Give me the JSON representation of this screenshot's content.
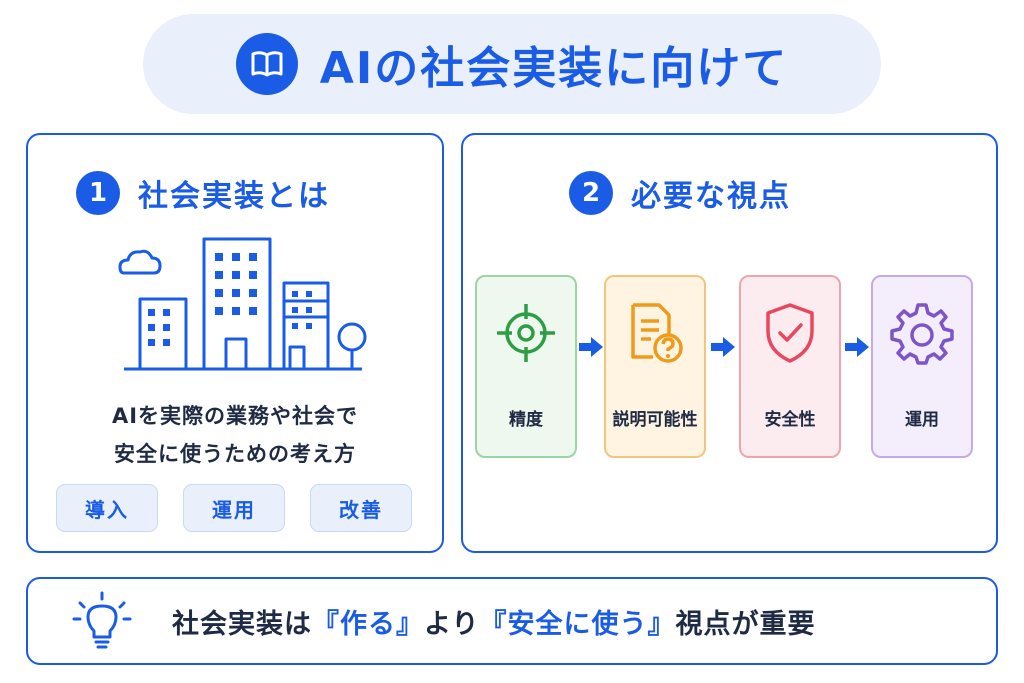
{
  "title": {
    "text": "AIの社会実装に向けて",
    "icon": "book-icon"
  },
  "section1": {
    "number": "1",
    "title": "社会実装とは",
    "illustration": "city-buildings-icon",
    "description_line1": "AIを実際の業務や社会で",
    "description_line2": "安全に使うための考え方",
    "chips": [
      "導入",
      "運用",
      "改善"
    ]
  },
  "section2": {
    "number": "2",
    "title": "必要な視点",
    "steps": [
      {
        "label": "精度",
        "icon": "target-icon",
        "color": "#2e9e44"
      },
      {
        "label": "説明可能性",
        "icon": "document-question-icon",
        "color": "#f09a1a"
      },
      {
        "label": "安全性",
        "icon": "shield-check-icon",
        "color": "#e8485f"
      },
      {
        "label": "運用",
        "icon": "gear-icon",
        "color": "#7d55c7"
      }
    ]
  },
  "bottom": {
    "icon": "lightbulb-icon",
    "part1": "社会実装は",
    "highlight1": "『作る』",
    "part2": "より",
    "highlight2": "『安全に使う』",
    "part3": "視点が重要"
  },
  "colors": {
    "accent": "#1a5ce6",
    "text": "#1f2a44",
    "pill_bg": "#e9f0fb"
  }
}
